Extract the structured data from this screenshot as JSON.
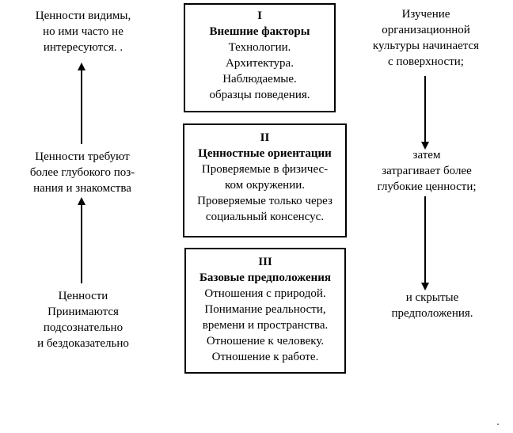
{
  "left_column": {
    "top": [
      "Ценности видимы,",
      "но ими часто не",
      "интересуются. ."
    ],
    "middle": [
      "Ценности требуют",
      "более глубокого поз-",
      "нания и знакомства"
    ],
    "bottom": [
      "Ценности",
      "Принимаются",
      "подсознательно",
      "и бездоказательно"
    ]
  },
  "boxes": [
    {
      "number": "I",
      "title": "Внешние факторы",
      "lines": [
        "Технологии.",
        "Архитектура.",
        "Наблюдаемые.",
        "образцы поведения."
      ]
    },
    {
      "number": "II",
      "title": "Ценностные ориентации",
      "lines": [
        "Проверяемые в физичес-",
        "ком окружении.",
        "Проверяемые только через",
        "социальный консенсус."
      ]
    },
    {
      "number": "III",
      "title": "Базовые предположения",
      "lines": [
        "Отношения с природой.",
        "Понимание реальности,",
        "времени и пространства.",
        "Отношение к человеку.",
        "Отношение к работе."
      ]
    }
  ],
  "right_column": {
    "top": [
      "Изучение",
      "организационной",
      "культуры начинается",
      "с поверхности;"
    ],
    "middle": [
      "затем",
      "затрагивает более",
      "глубокие ценности;"
    ],
    "bottom": [
      "и скрытые",
      "предположения."
    ]
  }
}
